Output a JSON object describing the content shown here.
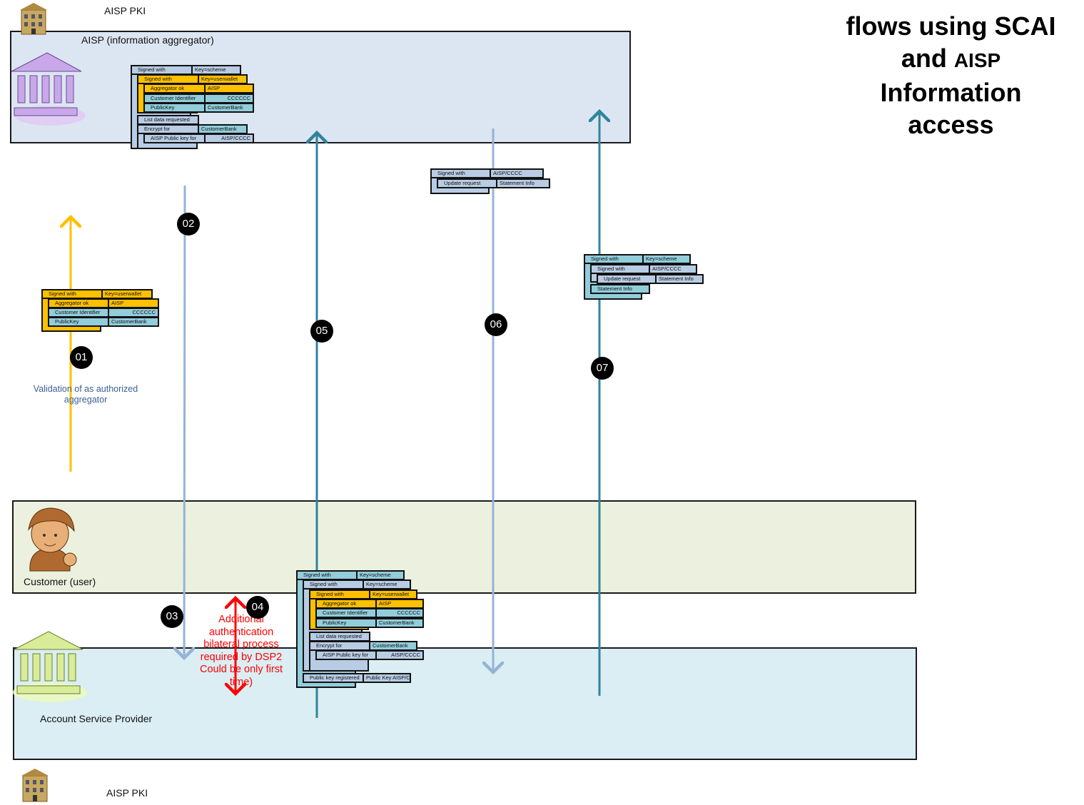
{
  "title": {
    "line1": "flows using SCAI",
    "line2a": "and ",
    "line2b": "AISP",
    "line3": "Information",
    "line4": "access"
  },
  "pki_top": "AISP PKI",
  "pki_bottom": "AISP PKI",
  "aisp_panel": {
    "label": "AISP (information aggregator)"
  },
  "customer_panel": {
    "label": "Customer (user)"
  },
  "asp_panel": {
    "label": "Account Service Provider"
  },
  "validation_note": "Validation of as authorized aggregator",
  "red_note": "Additional authentication bilateral process required by DSP2 Could be only first time)",
  "badges": [
    "01",
    "02",
    "03",
    "04",
    "05",
    "06",
    "07"
  ],
  "colors": {
    "yellow": "#ffc000",
    "blue": "#b8cce4",
    "teal": "#92cddc",
    "arrow_light": "#95b3d7",
    "arrow_teal": "#31849b",
    "red": "#ff0000",
    "aisp_bg": "#dce6f2",
    "customer_bg": "#ebf1de",
    "asp_bg": "#daeef3"
  },
  "blocks": {
    "a": [
      {
        "d": 0,
        "c": "blue",
        "l": "Signed  with",
        "v": "Key=scheme",
        "vc": "blue"
      },
      {
        "d": 1,
        "c": "yellow",
        "l": "Signed  with",
        "v": "Key=userwallet",
        "vc": "yellow"
      },
      {
        "d": 2,
        "c": "yellow",
        "l": "Aggregator  ok",
        "v": "AISP",
        "vc": "yellow"
      },
      {
        "d": 2,
        "c": "teal",
        "l": "Customer  Identifier",
        "v": "CCCCCC",
        "vc": "teal",
        "r": true
      },
      {
        "d": 2,
        "c": "teal",
        "l": "PublicKey",
        "v": "CustomerBank",
        "vc": "teal"
      },
      {
        "d": 1,
        "c": "blue",
        "l": "List data  requested"
      },
      {
        "d": 1,
        "c": "blue",
        "l": "Encrypt   for",
        "v": "CustomerBank",
        "vc": "teal"
      },
      {
        "d": 2,
        "c": "blue",
        "l": "AISP  Public  key  for",
        "v": "AISP/CCCC",
        "vc": "blue",
        "r": true
      }
    ],
    "l": [
      {
        "d": 0,
        "c": "yellow",
        "l": "Signed  with",
        "v": "Key=userwallet",
        "vc": "yellow"
      },
      {
        "d": 1,
        "c": "yellow",
        "l": "Aggregator  ok",
        "v": "AISP",
        "vc": "yellow"
      },
      {
        "d": 1,
        "c": "teal",
        "l": "Customer  Identifier",
        "v": "CCCCCC",
        "vc": "teal",
        "r": true
      },
      {
        "d": 1,
        "c": "teal",
        "l": "PublicKey",
        "v": "CustomerBank",
        "vc": "teal"
      }
    ],
    "m": [
      {
        "d": 0,
        "c": "blue",
        "l": "Signed  with",
        "v": "AISP/CCCC",
        "vc": "blue"
      },
      {
        "d": 1,
        "c": "blue",
        "l": "Update  request",
        "v": "Statement   Info",
        "vc": "blue"
      }
    ],
    "r": [
      {
        "d": 0,
        "c": "teal",
        "l": "Signed  with",
        "v": "Key=scheme",
        "vc": "teal"
      },
      {
        "d": 1,
        "c": "blue",
        "l": "Signed  with",
        "v": "AISP/CCCC",
        "vc": "blue"
      },
      {
        "d": 2,
        "c": "blue",
        "l": "Update  request",
        "v": "Statement   Info",
        "vc": "blue"
      },
      {
        "d": 1,
        "c": "teal",
        "l": "Statement   Info"
      }
    ],
    "b": [
      {
        "d": 0,
        "c": "teal",
        "l": "Signed  with",
        "v": "Key=scheme",
        "vc": "teal"
      },
      {
        "d": 1,
        "c": "blue",
        "l": "Signed  with",
        "v": "Key=scheme",
        "vc": "blue"
      },
      {
        "d": 2,
        "c": "yellow",
        "l": "Signed  with",
        "v": "Key=userwallet",
        "vc": "yellow"
      },
      {
        "d": 3,
        "c": "yellow",
        "l": "Aggregator  ok",
        "v": "AISP",
        "vc": "yellow"
      },
      {
        "d": 3,
        "c": "teal",
        "l": "Customer  Identifier",
        "v": "CCCCCC",
        "vc": "teal",
        "r": true
      },
      {
        "d": 3,
        "c": "teal",
        "l": "PublicKey",
        "v": "CustomerBank",
        "vc": "teal"
      },
      {
        "d": 2,
        "c": "blue",
        "l": "List data  requested"
      },
      {
        "d": 2,
        "c": "blue",
        "l": "Encrypt   for",
        "v": "CustomerBank",
        "vc": "teal"
      },
      {
        "d": 3,
        "c": "blue",
        "l": "AISP  Public  key  for",
        "v": "AISP/CCCC",
        "vc": "blue",
        "r": true
      },
      {
        "d": 1,
        "c": "blue",
        "l": "Public  key  registered",
        "v": "Public  Key  AISP/CCCC",
        "vc": "blue",
        "r": true
      }
    ]
  }
}
